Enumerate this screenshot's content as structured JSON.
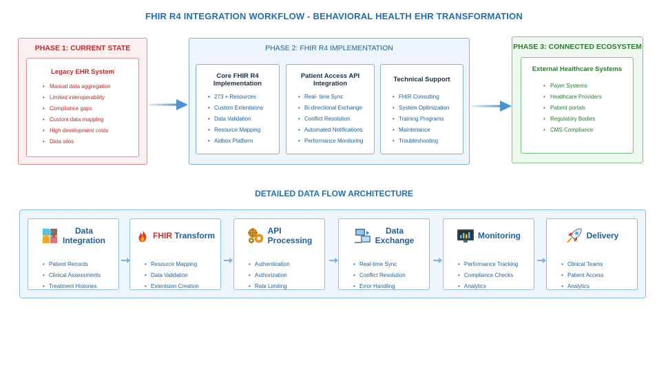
{
  "title": "FHIR R4 INTEGRATION WORKFLOW - BEHAVIORAL HEALTH EHR TRANSFORMATION",
  "phase1": {
    "title": "PHASE 1: CURRENT STATE",
    "box_title": "Legacy EHR System",
    "items": [
      "Manual data aggregation",
      "Limited interoperability",
      "Compliance gaps",
      "Custom data mapping",
      "High development costs",
      "Data silos"
    ]
  },
  "phase2": {
    "title": "PHASE 2: FHIR R4 IMPLEMENTATION",
    "columns": [
      {
        "title": "Core FHIR R4 Implementation",
        "items": [
          "273 + Resources",
          "Custom Extentsions",
          "Data Validation",
          "Resource Mapping",
          "Aidbox Platform"
        ]
      },
      {
        "title": "Patient Access API Integration",
        "items": [
          "Real- time Sync",
          "Bi-directional Exchange",
          "Conflict Resolution",
          "Automated Notifications",
          "Performance Monitoring"
        ]
      },
      {
        "title": "Technical Support",
        "items": [
          "FHIR Consulting",
          "System Optimization",
          "Training Programs",
          "Maintenance",
          "Troubleshooting"
        ]
      }
    ]
  },
  "phase3": {
    "title": "PHASE 3: CONNECTED ECOSYSTEM",
    "box_title": "External Healthcare Systems",
    "items": [
      "Payer Systems",
      "Healthcare Providers",
      "Patient portals",
      "Regulatory Bodies",
      "CMS Compliance"
    ]
  },
  "flow_title": "DETAILED DATA FLOW ARCHITECTURE",
  "flow": [
    {
      "title_line1": "Data",
      "title_line2": "Integration",
      "icon": "puzzle-icon",
      "items": [
        "Patient Records",
        "Clinical Assessments",
        "Treatment Histories"
      ]
    },
    {
      "fhir_label": "FHIR",
      "title_line1": "Transform",
      "icon": "flame-icon",
      "items": [
        "Resource Mapping",
        "Data Validation",
        "Extentsion Creation"
      ]
    },
    {
      "title_line1": "API",
      "title_line2": "Processing",
      "icon": "gear-cluster-icon",
      "items": [
        "Authentication",
        "Authorization",
        "Rate Limiting"
      ]
    },
    {
      "title_line1": "Data",
      "title_line2": "Exchange",
      "icon": "computer-exchange-icon",
      "items": [
        "Real-time Sync",
        "Conflict Resolution",
        "Error Handling"
      ]
    },
    {
      "title_line1": "Monitoring",
      "icon": "dashboard-icon",
      "items": [
        "Performance Tracking",
        "Compliance Checks",
        "Analytics"
      ]
    },
    {
      "title_line1": "Delivery",
      "icon": "rocket-icon",
      "items": [
        "Clinical Teams",
        "Patient Access",
        "Analytics"
      ]
    }
  ],
  "colors": {
    "red": "#c62828",
    "blue": "#1f5f9e",
    "green": "#2e7d32",
    "arrow": "#4a95d1"
  }
}
